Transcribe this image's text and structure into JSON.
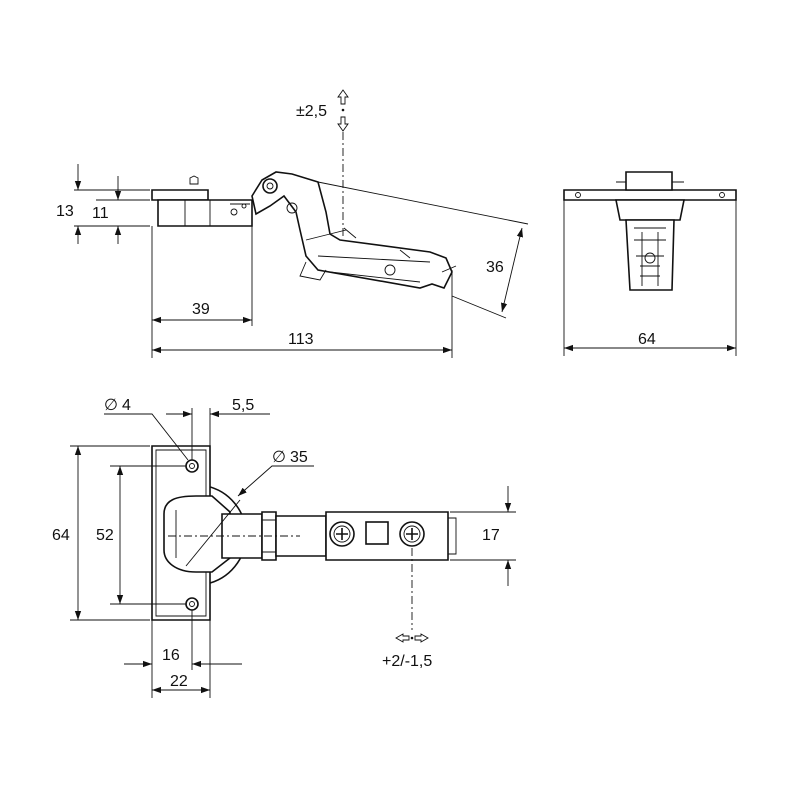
{
  "dimensions": {
    "adjust_vertical": "±2,5",
    "height_13": "13",
    "height_11": "11",
    "width_39": "39",
    "width_113": "113",
    "offset_36": "36",
    "width_64_right": "64",
    "dia_4": "4",
    "dist_5_5": "5,5",
    "dia_35": "35",
    "height_64_left": "64",
    "height_52": "52",
    "height_17": "17",
    "width_16": "16",
    "width_22": "22",
    "adjust_horizontal": "+2/-1,5"
  },
  "symbols": {
    "diameter": "∅"
  },
  "icons": [
    "arrow-up-down-icon",
    "arrow-left-right-icon",
    "phillips-screw-icon"
  ]
}
